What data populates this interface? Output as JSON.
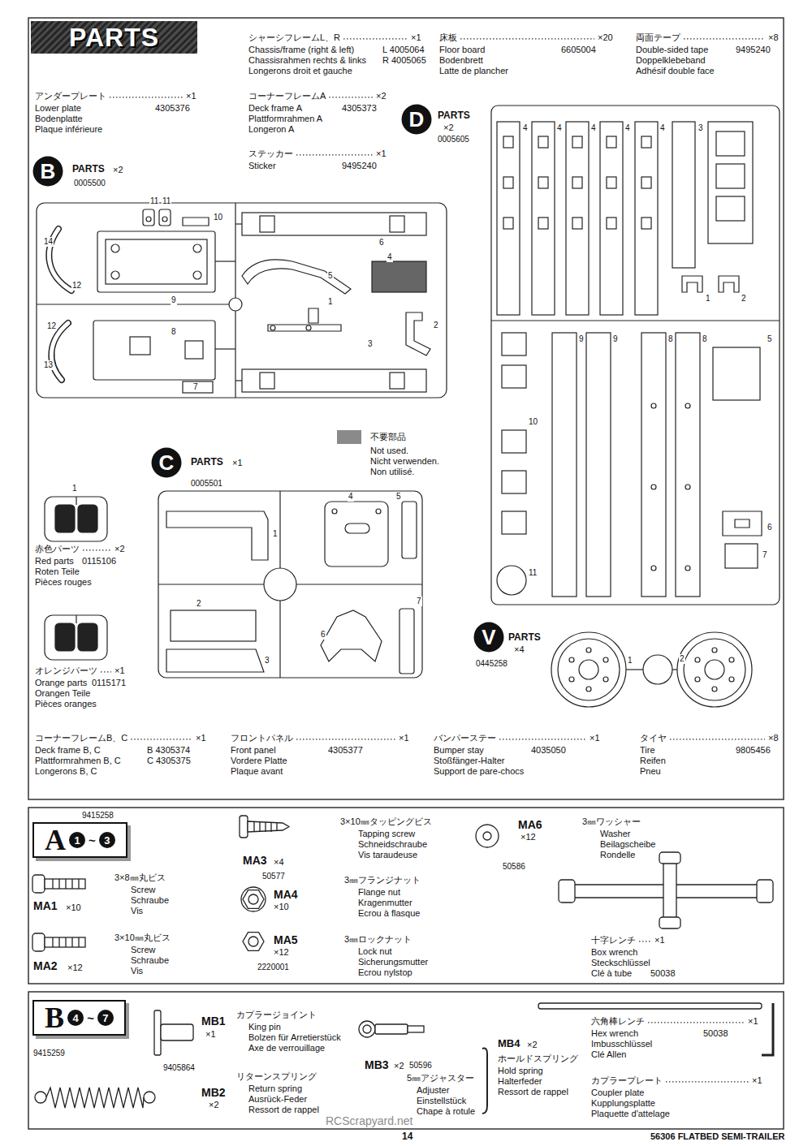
{
  "diagram": {
    "nodes": [
      {
        "text": [
          "PARTS"
        ]
      },
      {
        "text": [
          "B"
        ]
      },
      {
        "text": [
          "C"
        ]
      },
      {
        "text": [
          "D"
        ]
      },
      {
        "text": [
          "V"
        ]
      },
      {
        "text": [
          "A",
          "1",
          "~",
          "3"
        ]
      },
      {
        "text": [
          "B",
          "4",
          "~",
          "7"
        ]
      }
    ],
    "labels": [
      "シャーシフレームL、R",
      "×1",
      "Chassis/frame (right & left)",
      "L 4005064",
      "Chassisrahmen rechts & links",
      "R 4005065",
      "Longerons droit et gauche",
      "床板",
      "×20",
      "Floor board",
      "6605004",
      "Bodenbrett",
      "Latte de plancher",
      "両面テープ",
      "×8",
      "Double-sided tape",
      "9495240",
      "Doppelklebeband",
      "Adhésif double face",
      "アンダープレート",
      "×1",
      "Lower plate",
      "4305376",
      "Bodenplatte",
      "Plaque inférieure",
      "コーナーフレームA",
      "×2",
      "Deck frame A",
      "4305373",
      "Plattformrahmen A",
      "Longeron A",
      "ステッカー",
      "×1",
      "Sticker",
      "9495240",
      "PARTS",
      "×2",
      "0005605",
      "PARTS",
      "×2",
      "0005500",
      "11",
      "11",
      "10",
      "14",
      "12",
      "9",
      "12",
      "8",
      "13",
      "7",
      "6",
      "4",
      "5",
      "1",
      "2",
      "3",
      "Not used.",
      "Nicht verwenden.",
      "Non utilisé.",
      "PARTS",
      "×1",
      "0005501",
      "1",
      "4",
      "5",
      "2",
      "3",
      "6",
      "7",
      "1",
      "赤色パーツ",
      "×2",
      "Red parts",
      "0115106",
      "Roten Teile",
      "Pièces rouges",
      "オレンジパーツ",
      "×1",
      "Orange parts",
      "0115171",
      "Orangen Teile",
      "Pièces oranges",
      "4",
      "4",
      "4",
      "4",
      "4",
      "3",
      "1",
      "2",
      "9",
      "9",
      "8",
      "8",
      "5",
      "10",
      "11",
      "6",
      "7",
      "PARTS",
      "×4",
      "0445258",
      "1",
      "2",
      "コーナーフレームB、C",
      "×1",
      "Deck frame B, C",
      "B 4305374",
      "Plattformrahmen B, C",
      "C 4305375",
      "Longerons B, C",
      "フロントパネル",
      "×1",
      "Front panel",
      "4305377",
      "Vordere Platte",
      "Plaque avant",
      "バンパーステー",
      "×1",
      "Bumper stay",
      "4035050",
      "Stoßfänger-Halter",
      "Support de pare-chocs",
      "タイヤ",
      "×8",
      "Tire",
      "9805456",
      "Reifen",
      "Pneu",
      "9415258",
      "MA3",
      "×4",
      "50577",
      "3×10㎜タッピングビス",
      "Tapping screw",
      "Schneidschraube",
      "Vis taraudeuse",
      "MA6",
      "×12",
      "50586",
      "3㎜ワッシャー",
      "Washer",
      "Beilagscheibe",
      "Rondelle",
      "3×8㎜丸ビス",
      "Screw",
      "Schraube",
      "Vis",
      "MA1",
      "×10",
      "MA4",
      "×10",
      "3㎜フランジナット",
      "Flange nut",
      "Kragenmutter",
      "Ecrou à flasque",
      "3×10㎜丸ビス",
      "Screw",
      "Schraube",
      "Vis",
      "MA2",
      "×12",
      "MA5",
      "×12",
      "2220001",
      "3㎜ロックナット",
      "Lock nut",
      "Sicherungsmutter",
      "Ecrou nylstop",
      "十字レンチ",
      "×1",
      "Box wrench",
      "Steckschlüssel",
      "Clé à tube",
      "50038",
      "9415259",
      "MB1",
      "×1",
      "9405864",
      "カプラージョイント",
      "King pin",
      "Bolzen für Arretierstück",
      "Axe de verrouillage",
      "MB2",
      "×2",
      "リターンスプリング",
      "Return spring",
      "Ausrück-Feder",
      "Ressort de rappel",
      "MB3",
      "×2",
      "50596",
      "5㎜アジャスター",
      "Adjuster",
      "Einstellstück",
      "Chape à rotule",
      "MB4",
      "×2",
      "ホールドスプリング",
      "Hold spring",
      "Halterfeder",
      "Ressort de rappel",
      "六角棒レンチ",
      "×1",
      "Hex wrench",
      "50038",
      "Imbusschlüssel",
      "Clé Allen",
      "カプラープレート",
      "×1",
      "Coupler plate",
      "Kupplungsplatte",
      "Plaquette d'attelage",
      "RCScrapyard.net",
      "14",
      "56306 FLATBED SEMI-TRAILER"
    ],
    "legend": [
      {
        "text": "不要部品",
        "color": "#8a8a8a"
      }
    ]
  }
}
